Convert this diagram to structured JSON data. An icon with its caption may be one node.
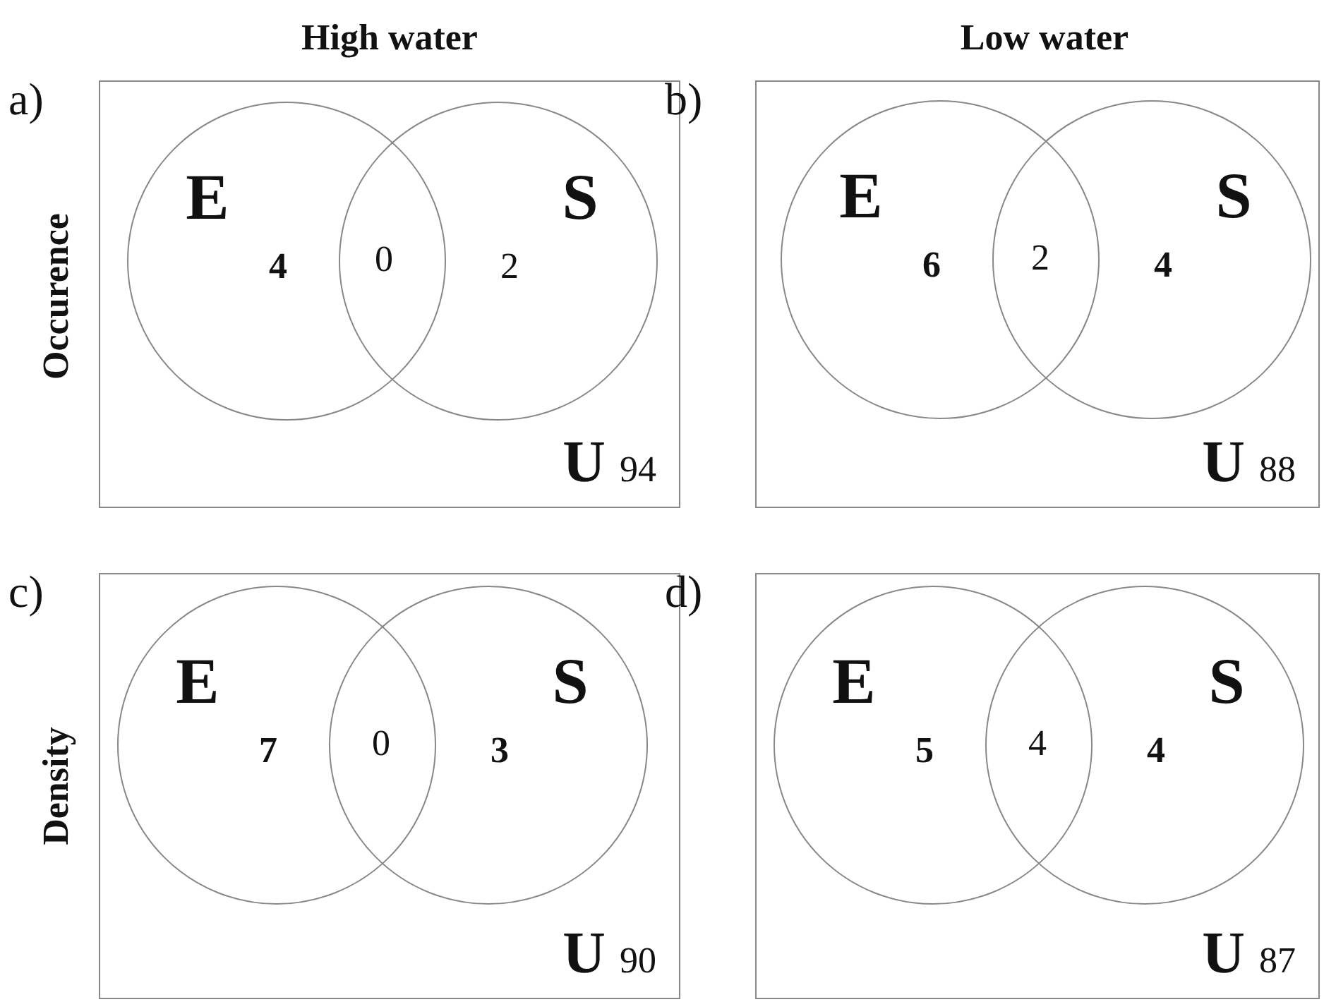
{
  "diagram": {
    "nodes": [
      {
        "text": [
          "U",
          "94"
        ]
      },
      {
        "text": [
          "E",
          "**4**"
        ],
        "in": 0
      },
      {
        "text": [
          "S",
          "2"
        ],
        "in": 0
      },
      {
        "text": [
          "U",
          "88"
        ]
      },
      {
        "text": [
          "E",
          "**6**"
        ],
        "in": 3
      },
      {
        "text": [
          "S",
          "**4**"
        ],
        "in": 3
      },
      {
        "text": [
          "U",
          "90"
        ]
      },
      {
        "text": [
          "E",
          "**7**"
        ],
        "in": 6
      },
      {
        "text": [
          "S",
          "**3**"
        ],
        "in": 6
      },
      {
        "text": [
          "U",
          "87"
        ]
      },
      {
        "text": [
          "E",
          "**5**"
        ],
        "in": 9
      },
      {
        "text": [
          "S",
          "**4**"
        ],
        "in": 9
      }
    ],
    "labels": [
      "High water",
      "Low water",
      "a)",
      "b)",
      "Occurence",
      "0",
      "2",
      "c)",
      "d)",
      "Density",
      "0",
      "4"
    ]
  }
}
